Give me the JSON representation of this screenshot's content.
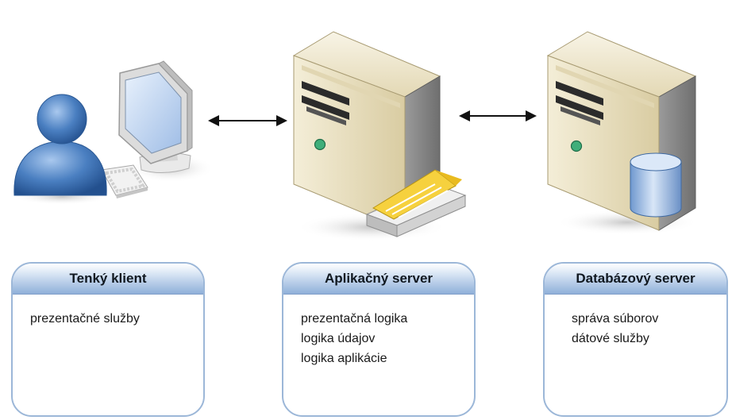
{
  "boxes": [
    {
      "title": "Tenký klient",
      "lines": [
        "prezentačné služby"
      ]
    },
    {
      "title": "Aplikačný server",
      "lines": [
        "prezentačná logika",
        "logika údajov",
        "logika aplikácie"
      ]
    },
    {
      "title": "Databázový server",
      "lines": [
        "správa súborov",
        "dátové služby"
      ]
    }
  ],
  "icons": [
    "user-icon",
    "monitor-icon",
    "keyboard-icon",
    "server-icon",
    "network-switch-icon",
    "server-icon",
    "database-icon",
    "double-arrow-icon"
  ],
  "colors": {
    "box_border": "#9cb7d8",
    "header_blue": "#8fb0d9",
    "user_blue": "#4a7fc1",
    "server_beige": "#e9dfbf"
  }
}
